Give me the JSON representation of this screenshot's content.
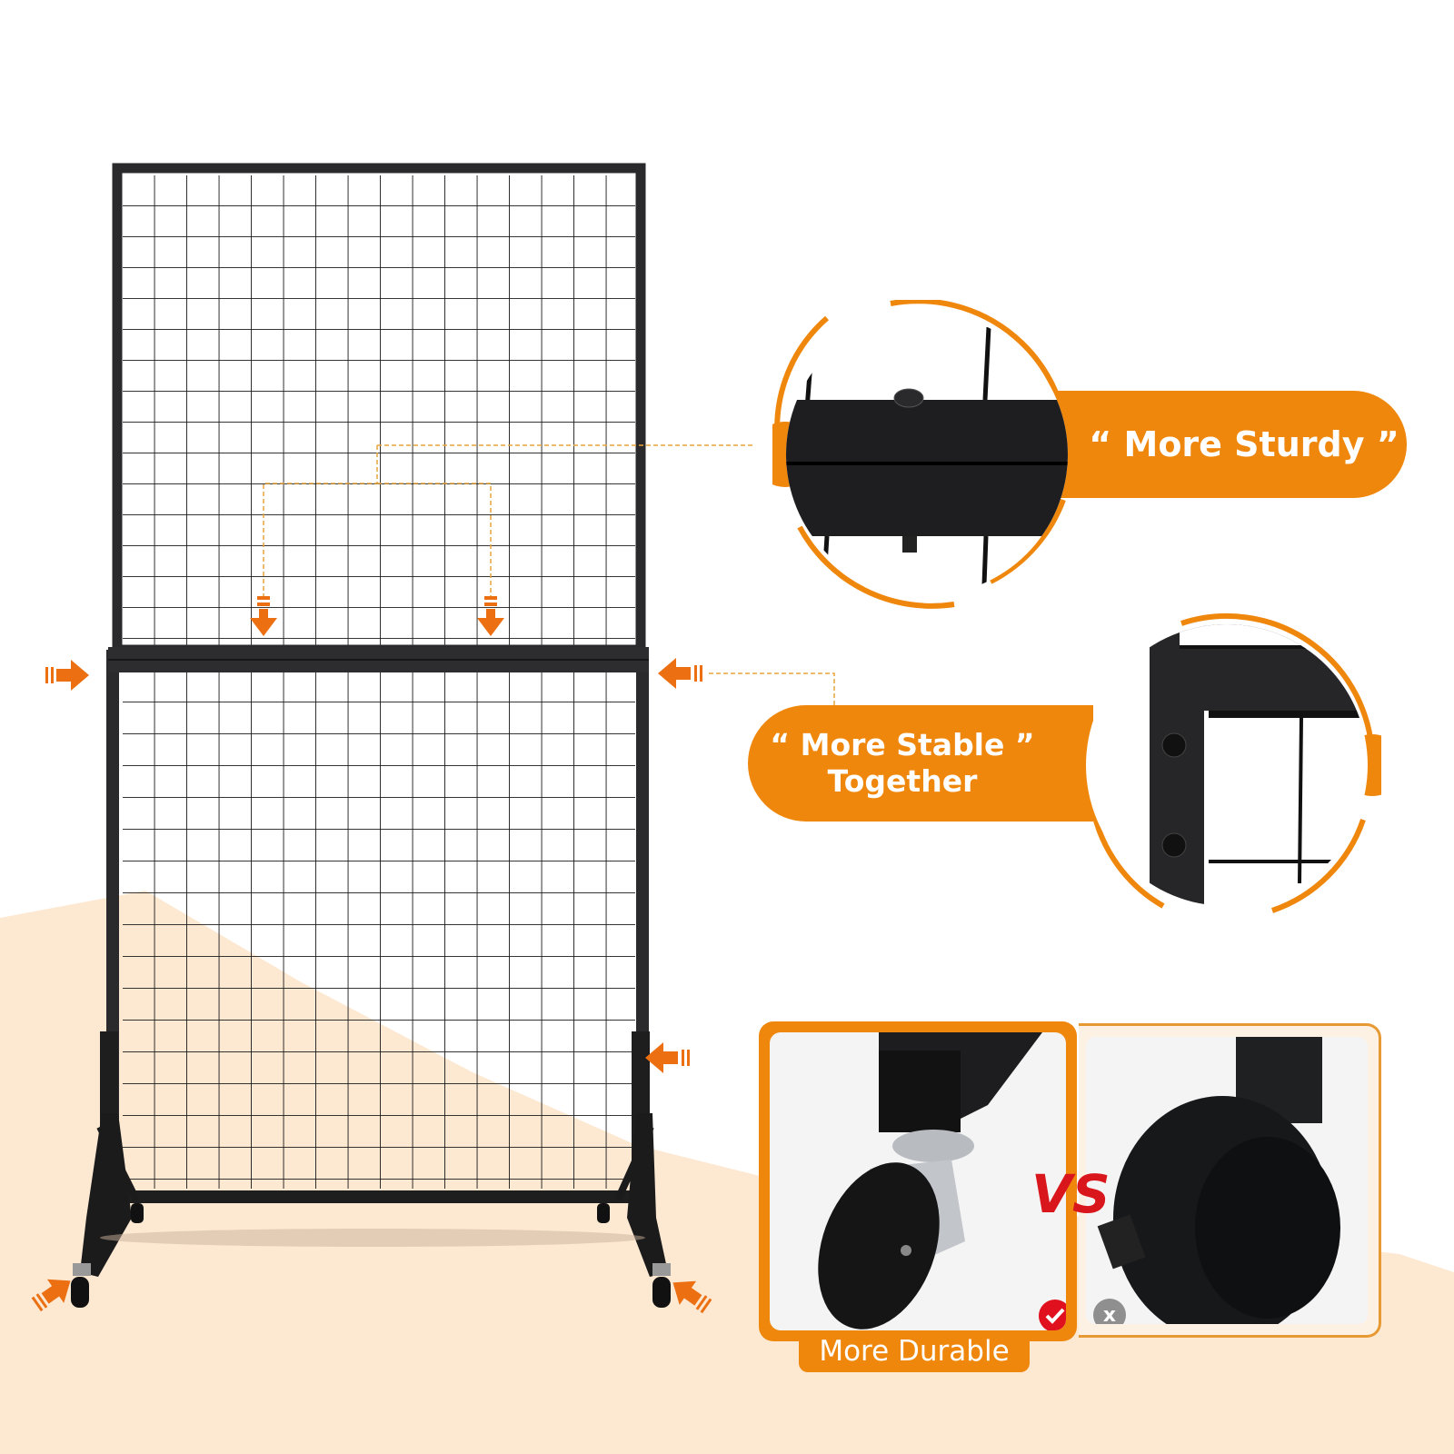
{
  "callouts": {
    "sturdy": {
      "open_quote": "“",
      "text": "More Sturdy",
      "close_quote": "”"
    },
    "stable": {
      "line1": "“ More Stable ”",
      "line2": "Together"
    },
    "durable": {
      "text": "More Durable",
      "vs_label": "VS",
      "bad_mark": "x"
    }
  },
  "colors": {
    "accent": "#ef870d",
    "accent_light": "#fde8d2",
    "frame": "#1d1d1f",
    "check_red": "#e0101e",
    "x_gray": "#8f8f8f",
    "panel_bg": "#f4f4f5"
  },
  "icons": {
    "arrows": [
      "arrow-right-icon",
      "arrow-left-icon",
      "arrow-down-icon",
      "arrow-down-icon",
      "arrow-left-icon",
      "arrow-upright-icon",
      "arrow-upleft-icon"
    ],
    "badges": [
      "check-icon",
      "x-icon"
    ]
  }
}
